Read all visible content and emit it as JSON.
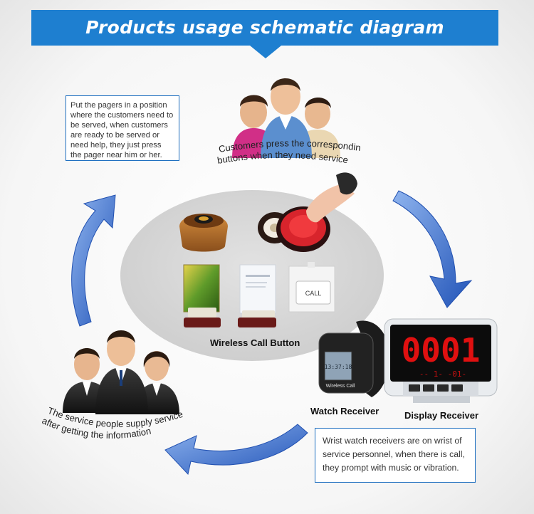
{
  "banner": {
    "title": "Products usage schematic diagram"
  },
  "instructions": {
    "placement": "Put the pagers in a position where the customers need to be served, when customers are ready to be served or need help, they just press the pager near him or her.",
    "receiver": "Wrist watch receivers are on wrist of service personnel, when there is call, they prompt with music or vibration."
  },
  "captions": {
    "customers_line1": "Customers press the corresponding",
    "customers_line2": "buttons when they need service",
    "service_line1": "The service people supply service",
    "service_line2": "after getting the information"
  },
  "labels": {
    "wireless_call_button": "Wireless Call Button",
    "watch_receiver": "Watch Receiver",
    "display_receiver": "Display Receiver"
  },
  "devices": {
    "call_button_text": "CALL",
    "watch_screen_text": "13:37:18",
    "watch_brand_text": "Wireless Call",
    "display_number": "0001",
    "display_sub": "-- 1- -01-"
  },
  "colors": {
    "banner": "#1e7fd0",
    "arrow": "#2a66c4",
    "panel": "#d9d9d9",
    "display_digits": "#e01010"
  },
  "icons": [
    "customers-group-icon",
    "staff-group-icon",
    "flow-arrow-icon"
  ]
}
